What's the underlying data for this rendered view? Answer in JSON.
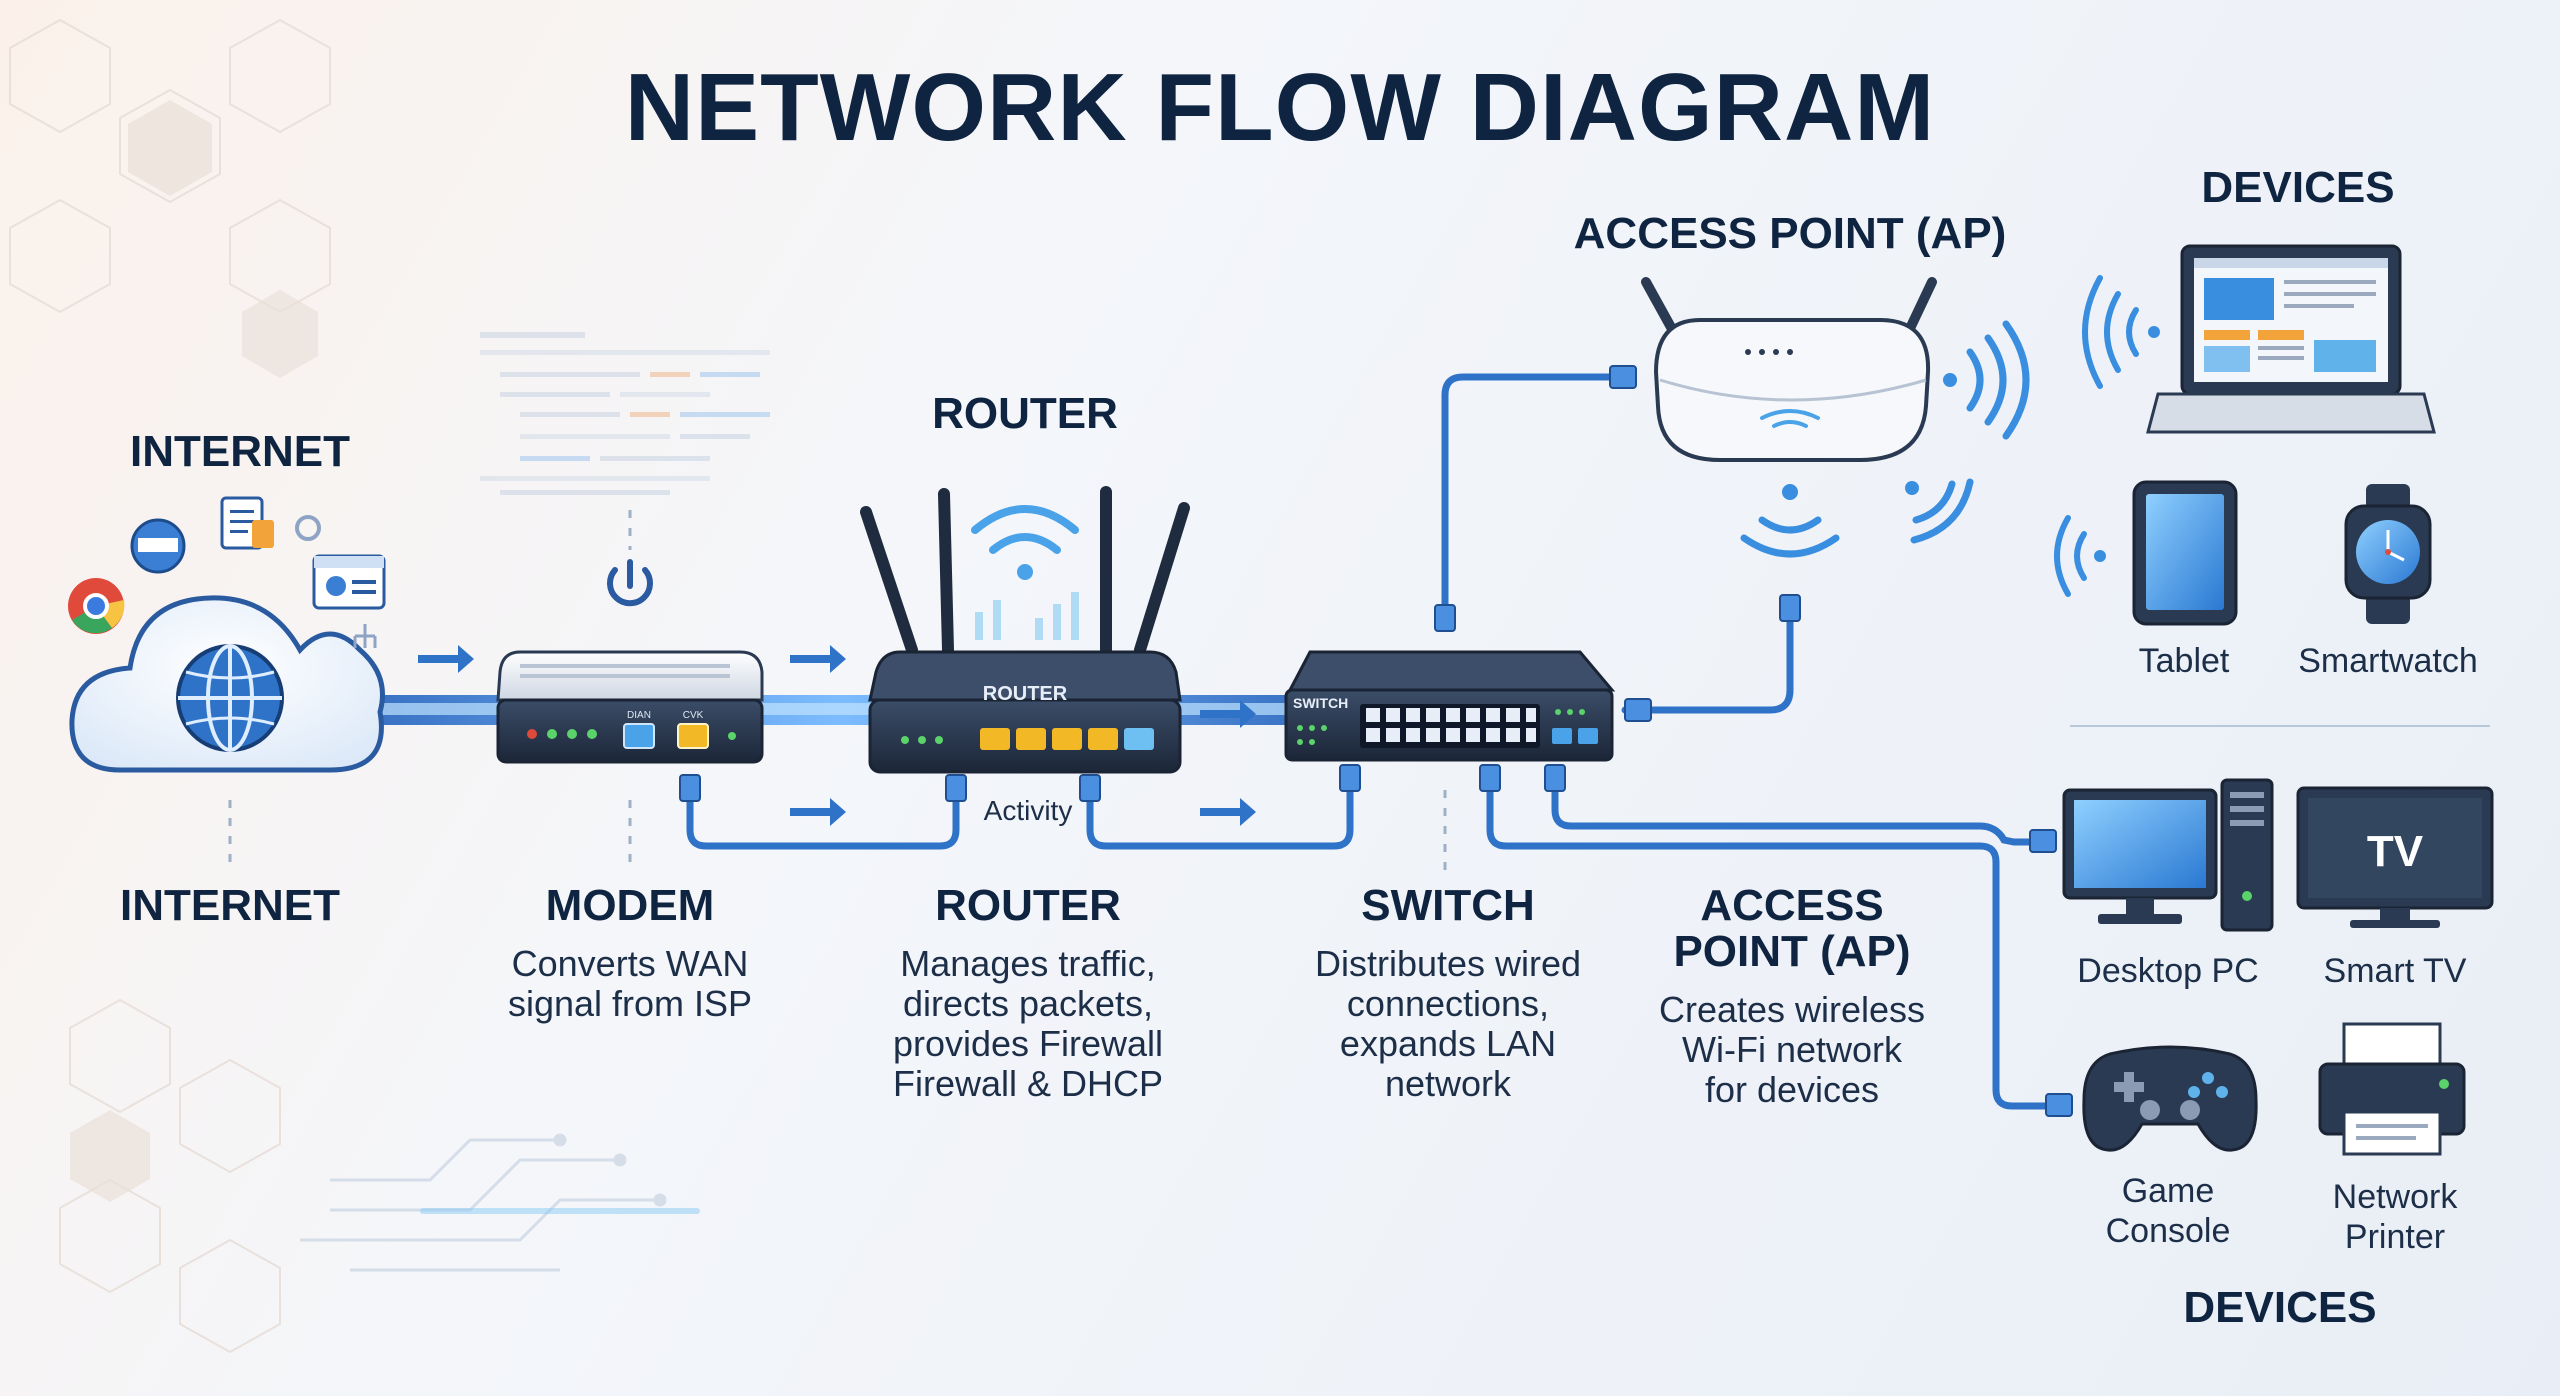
{
  "title": "NETWORK FLOW DIAGRAM",
  "top_labels": {
    "internet": "INTERNET",
    "router": "ROUTER",
    "access_point": "ACCESS POINT (AP)",
    "devices": "DEVICES"
  },
  "device_markings": {
    "router_body": "ROUTER",
    "switch_body": "SWITCH",
    "modem_port_1": "DIAN",
    "modem_port_2": "CVK",
    "router_activity": "Activity",
    "tv_screen": "TV"
  },
  "stages": [
    {
      "name": "INTERNET",
      "desc": []
    },
    {
      "name": "MODEM",
      "desc": [
        "Converts WAN",
        "signal from ISP"
      ]
    },
    {
      "name": "ROUTER",
      "desc": [
        "Manages traffic,",
        "directs packets,",
        "provides Firewall",
        "Firewall & DHCP"
      ]
    },
    {
      "name": "SWITCH",
      "desc": [
        "Distributes wired",
        "connections,",
        "expands LAN",
        "network"
      ]
    },
    {
      "name": "ACCESS\nPOINT (AP)",
      "name_lines": [
        "ACCESS",
        "POINT (AP)"
      ],
      "desc": [
        "Creates wireless",
        "Wi-Fi network",
        "for devices"
      ]
    }
  ],
  "wireless_devices": [
    "Tablet",
    "Smartwatch"
  ],
  "wired_devices": {
    "desktop": "Desktop PC",
    "tv": "Smart TV",
    "console_lines": [
      "Game",
      "Console"
    ],
    "printer_lines": [
      "Network",
      "Printer"
    ]
  },
  "bottom_devices_label": "DEVICES",
  "colors": {
    "navy": "#0f2440",
    "accent_blue": "#2f73c9",
    "light_blue": "#5aa9ea",
    "cable_glow": "#6fb6ff",
    "device_dark": "#2a3a52",
    "port_yellow": "#f2b826"
  }
}
